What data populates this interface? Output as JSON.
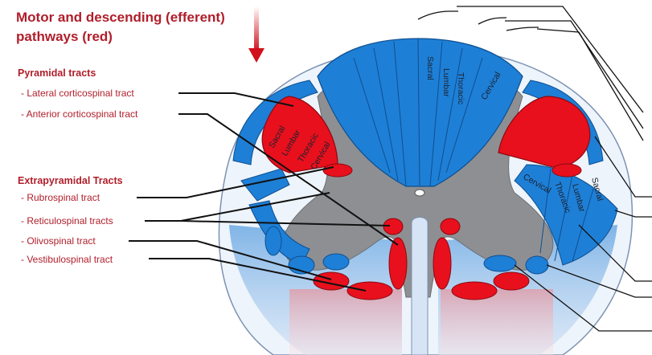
{
  "title_line1": "Motor and descending (efferent)",
  "title_line2": "pathways   (red)",
  "pyramidal": {
    "heading": "Pyramidal tracts",
    "lateral": "- Lateral corticospinal tract",
    "anterior": "- Anterior corticospinal tract"
  },
  "extrapyramidal": {
    "heading": "Extrapyramidal Tracts",
    "rubrospinal": "- Rubrospinal tract",
    "reticulospinal": "- Reticulospinal tracts",
    "olivospinal": "- Olivospinal tract",
    "vestibulospinal": "- Vestibulospinal tract"
  },
  "segments": {
    "sacral": "Sacral",
    "lumbar": "Lumbar",
    "thoracic": "Thoracic",
    "cervical": "Cervical"
  },
  "colors": {
    "motor_red": "#e8101c",
    "sensory_blue": "#1e7fd6",
    "gray_matter": "#8e8f93",
    "label_red": "#b01e2a"
  }
}
